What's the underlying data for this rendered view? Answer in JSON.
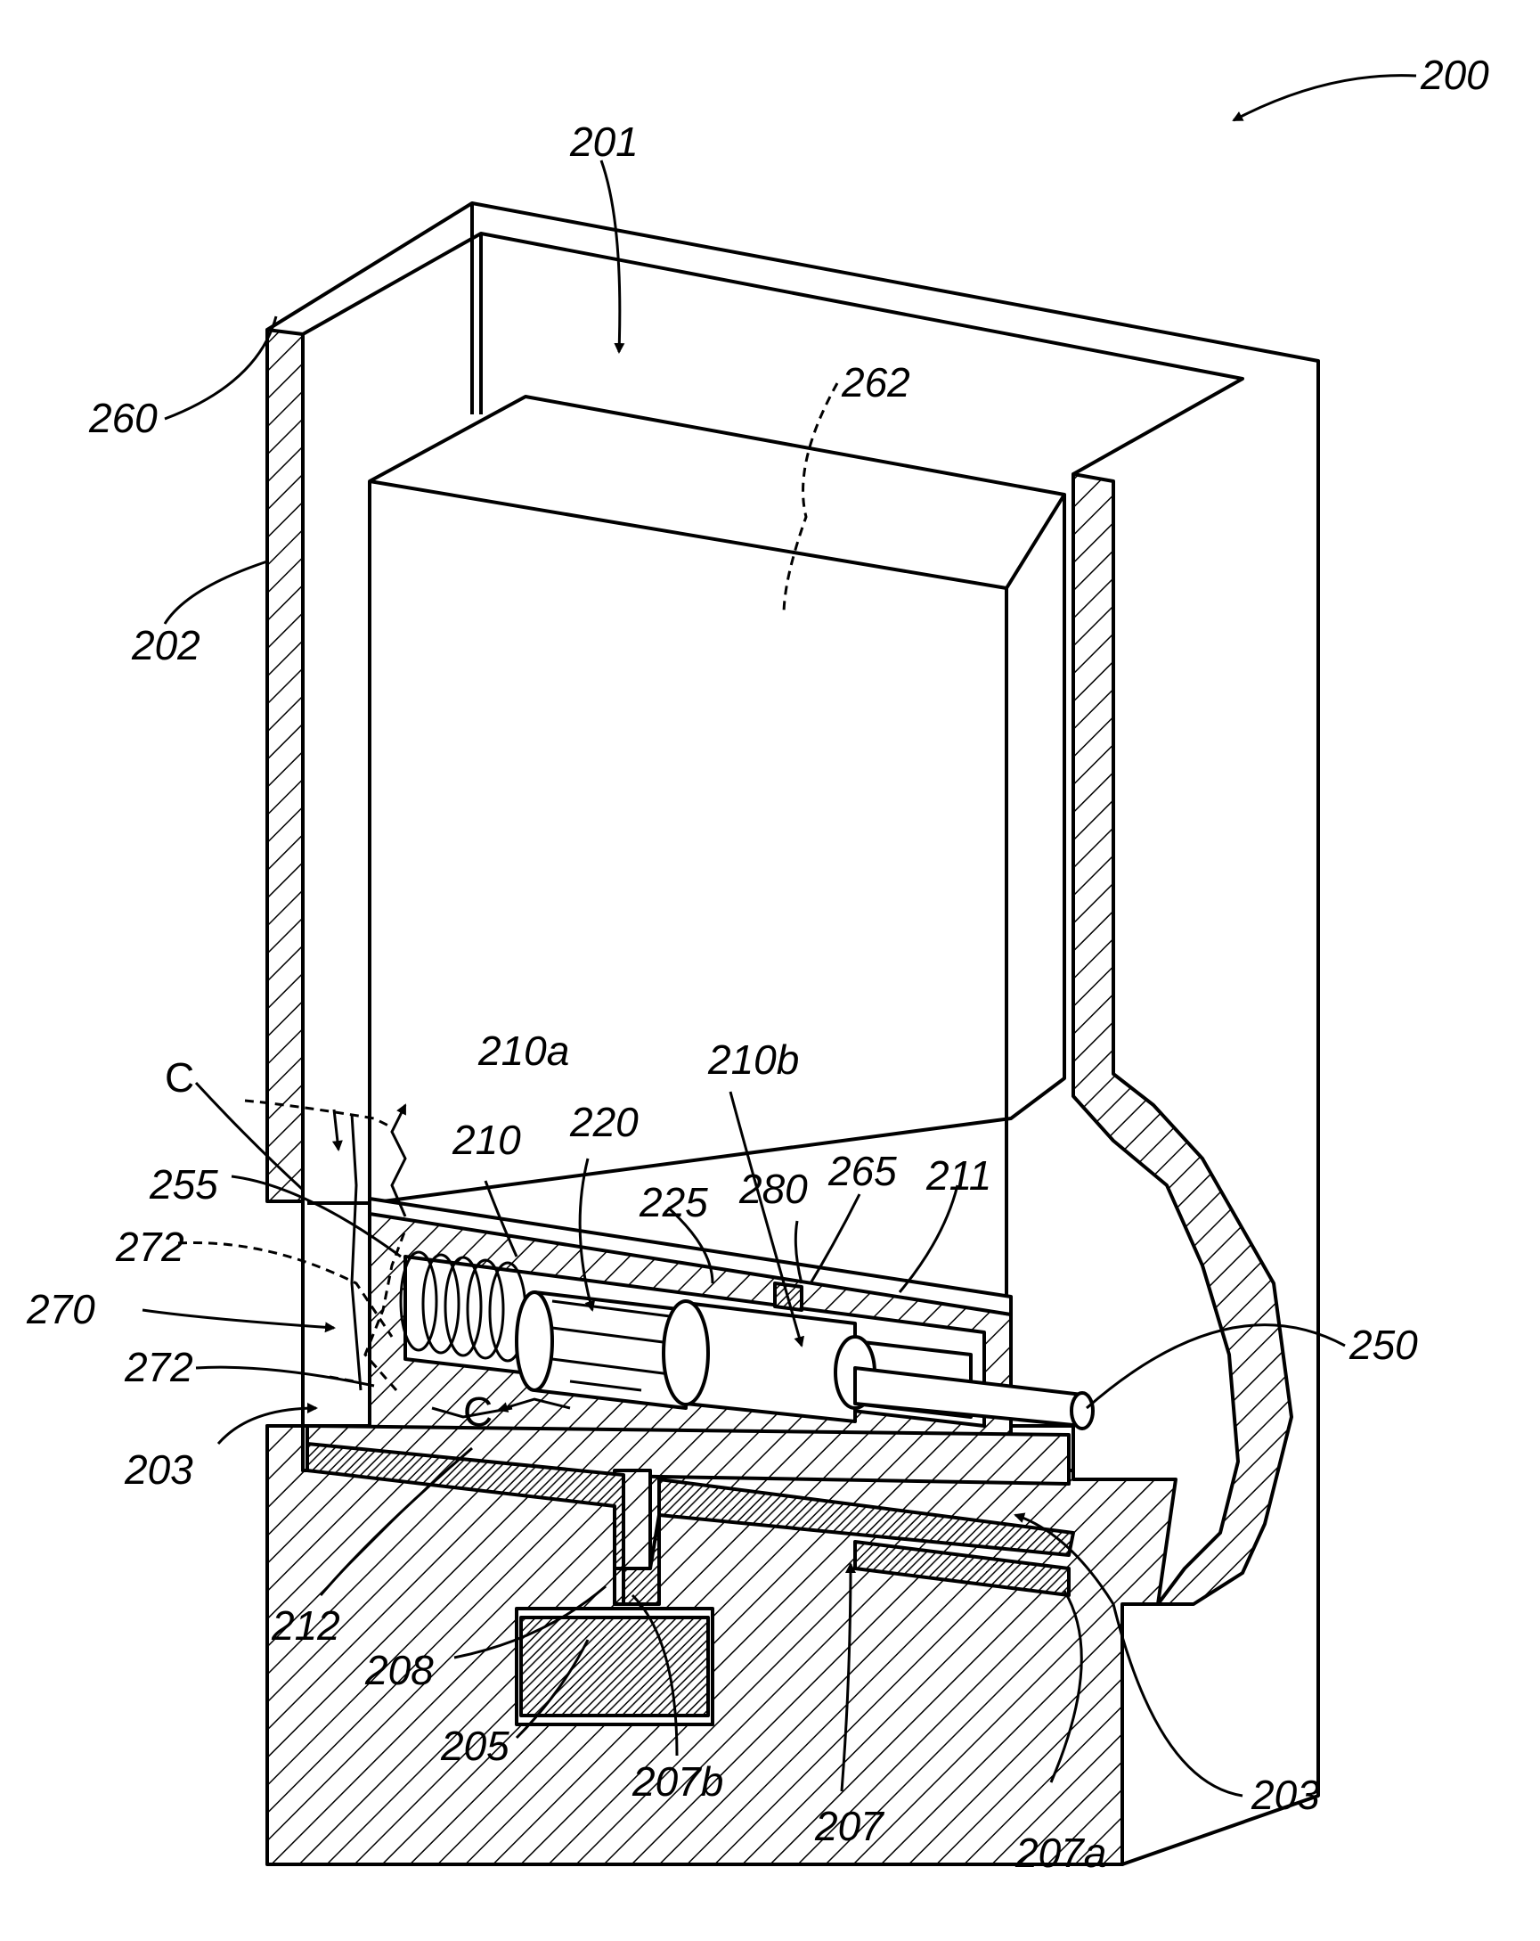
{
  "labels": {
    "l200": "200",
    "l201": "201",
    "l202": "202",
    "l203a": "203",
    "l203b": "203",
    "l205": "205",
    "l207": "207",
    "l207a": "207a",
    "l207b": "207b",
    "l208": "208",
    "l210": "210",
    "l210a": "210a",
    "l210b": "210b",
    "l211": "211",
    "l212": "212",
    "l220": "220",
    "l225": "225",
    "l250": "250",
    "l255": "255",
    "l260": "260",
    "l262": "262",
    "l265": "265",
    "l270": "270",
    "l272a": "272",
    "l272b": "272",
    "l280": "280",
    "cTop": "C",
    "cBottom": "C"
  }
}
